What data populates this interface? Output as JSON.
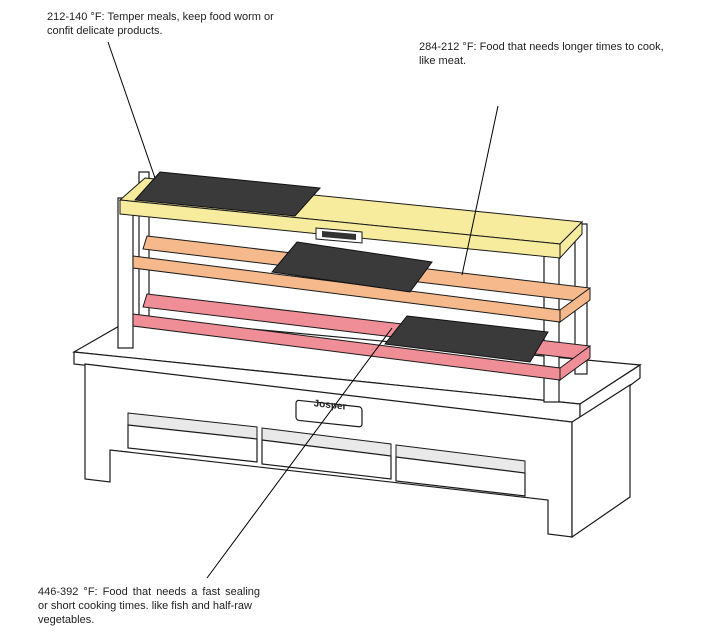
{
  "diagram": {
    "callouts": [
      {
        "line1": "212-140 °F: Temper meals, keep food worm or",
        "line2": "confit delicate products."
      },
      {
        "line1": "284-212 °F: Food that needs longer times to cook,",
        "line2": "like meat."
      },
      {
        "line1": "446-392 °F: Food that needs a fast sealing",
        "line2": "or short cooking times. like fish and half-raw",
        "line3": "vegetables."
      }
    ],
    "logo_text": "Josper",
    "colors": {
      "top_rack": "#f7ec9e",
      "middle_rack": "#f5b98c",
      "bottom_rack": "#ef8e97",
      "grill_grate": "#3a3a3a"
    }
  }
}
